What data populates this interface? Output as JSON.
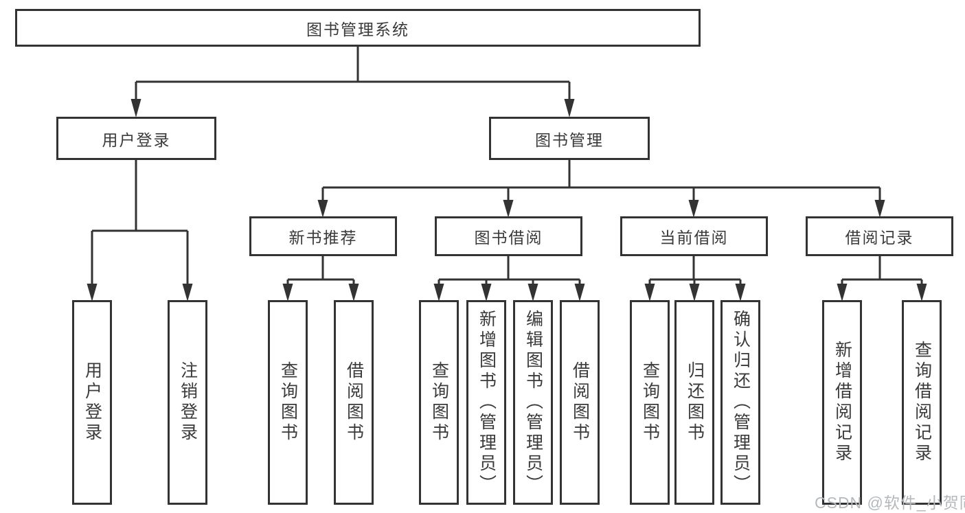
{
  "diagram": {
    "root": {
      "label": "图书管理系统"
    },
    "branches": [
      {
        "label": "用户登录",
        "children": [
          {
            "label": "用户登录"
          },
          {
            "label": "注销登录"
          }
        ]
      },
      {
        "label": "图书管理",
        "children": [
          {
            "label": "新书推荐",
            "children": [
              {
                "label": "查询图书"
              },
              {
                "label": "借阅图书"
              }
            ]
          },
          {
            "label": "图书借阅",
            "children": [
              {
                "label": "查询图书"
              },
              {
                "label": "新增图书（管理员）"
              },
              {
                "label": "编辑图书（管理员）"
              },
              {
                "label": "借阅图书"
              }
            ]
          },
          {
            "label": "当前借阅",
            "children": [
              {
                "label": "查询图书"
              },
              {
                "label": "归还图书"
              },
              {
                "label": "确认归还（管理员）"
              }
            ]
          },
          {
            "label": "借阅记录",
            "children": [
              {
                "label": "新增借阅记录"
              },
              {
                "label": "查询借阅记录"
              }
            ]
          }
        ]
      }
    ]
  },
  "watermark": {
    "text": "CSDN @软件_小贺同学"
  },
  "colors": {
    "line": "#333333",
    "text": "#3a3a3a",
    "background": "#ffffff",
    "watermark": "#b4b9bd"
  }
}
